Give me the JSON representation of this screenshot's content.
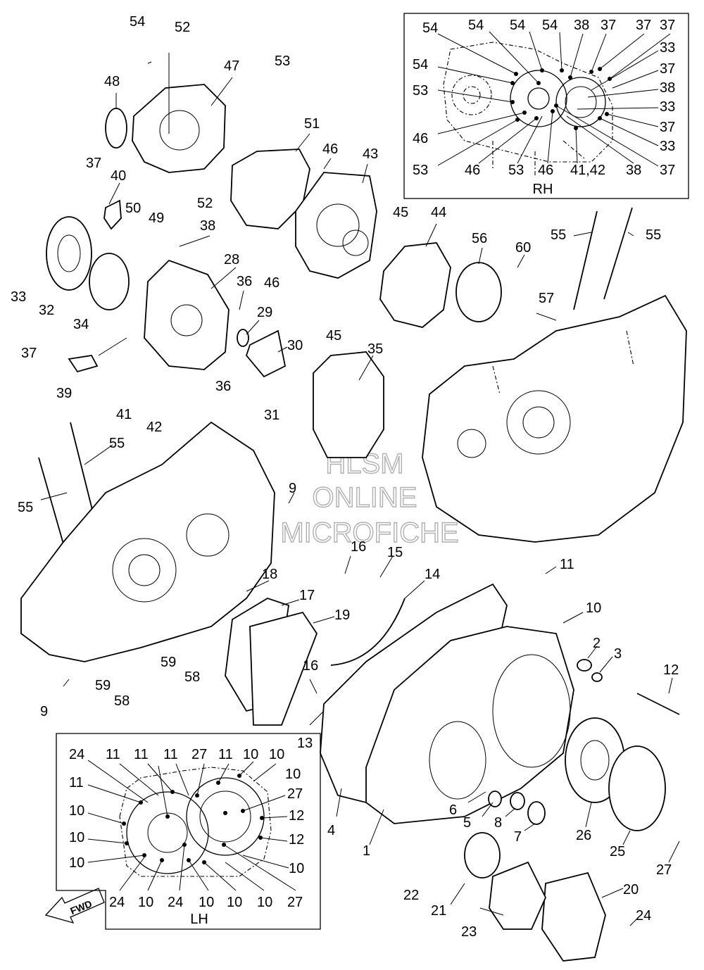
{
  "watermark": [
    "HLSM",
    "ONLINE",
    "MICROFICHE"
  ],
  "inset_rh": {
    "caption": "RH",
    "labels": [
      "54",
      "54",
      "54",
      "54",
      "38",
      "37",
      "37",
      "37",
      "33",
      "54",
      "37",
      "53",
      "38",
      "33",
      "46",
      "37",
      "53",
      "46",
      "53",
      "46",
      "41,42",
      "38",
      "33",
      "37"
    ]
  },
  "inset_lh": {
    "caption": "LH",
    "fwd_badge": "FWD",
    "labels": [
      "24",
      "11",
      "11",
      "11",
      "27",
      "11",
      "10",
      "10",
      "11",
      "10",
      "27",
      "10",
      "12",
      "10",
      "12",
      "10",
      "10",
      "24",
      "10",
      "24",
      "10",
      "10",
      "10",
      "27"
    ]
  },
  "main_labels": [
    "54",
    "52",
    "47",
    "53",
    "48",
    "51",
    "46",
    "43",
    "37",
    "40",
    "50",
    "49",
    "52",
    "45",
    "44",
    "56",
    "60",
    "55",
    "55",
    "33",
    "32",
    "34",
    "38",
    "28",
    "36",
    "29",
    "46",
    "57",
    "30",
    "37",
    "39",
    "41",
    "42",
    "36",
    "31",
    "45",
    "35",
    "55",
    "55",
    "9",
    "16",
    "15",
    "14",
    "11",
    "18",
    "17",
    "19",
    "10",
    "2",
    "3",
    "12",
    "59",
    "58",
    "59",
    "58",
    "9",
    "16",
    "13",
    "4",
    "6",
    "5",
    "8",
    "7",
    "26",
    "1",
    "25",
    "27",
    "20",
    "22",
    "21",
    "24",
    "23"
  ]
}
